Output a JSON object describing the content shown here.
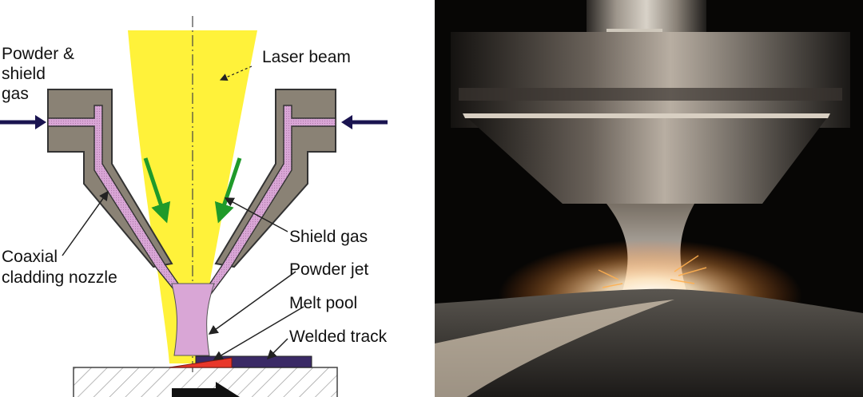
{
  "diagram": {
    "labels": {
      "powder_shield_gas": [
        "Powder &",
        "shield",
        "gas"
      ],
      "laser_beam": "Laser beam",
      "shield_gas": "Shield gas",
      "coaxial_nozzle": [
        "Coaxial",
        "cladding nozzle"
      ],
      "powder_jet": "Powder jet",
      "melt_pool": "Melt pool",
      "welded_track": "Welded track"
    },
    "colors": {
      "nozzle": "#8a8275",
      "powder_channel": "#d9a6d6",
      "laser": "#fff23a",
      "gas_arrow": "#1f9a2a",
      "inlet_arrow": "#1a1450",
      "melt_pool": "#e8372a",
      "welded_track": "#3a2a66",
      "substrate_hatch": "#9a9a9a"
    }
  },
  "photo": {
    "icons": [
      "nozzle-head-icon",
      "laser-plume-icon",
      "sparks-icon",
      "workpiece-icon"
    ]
  }
}
